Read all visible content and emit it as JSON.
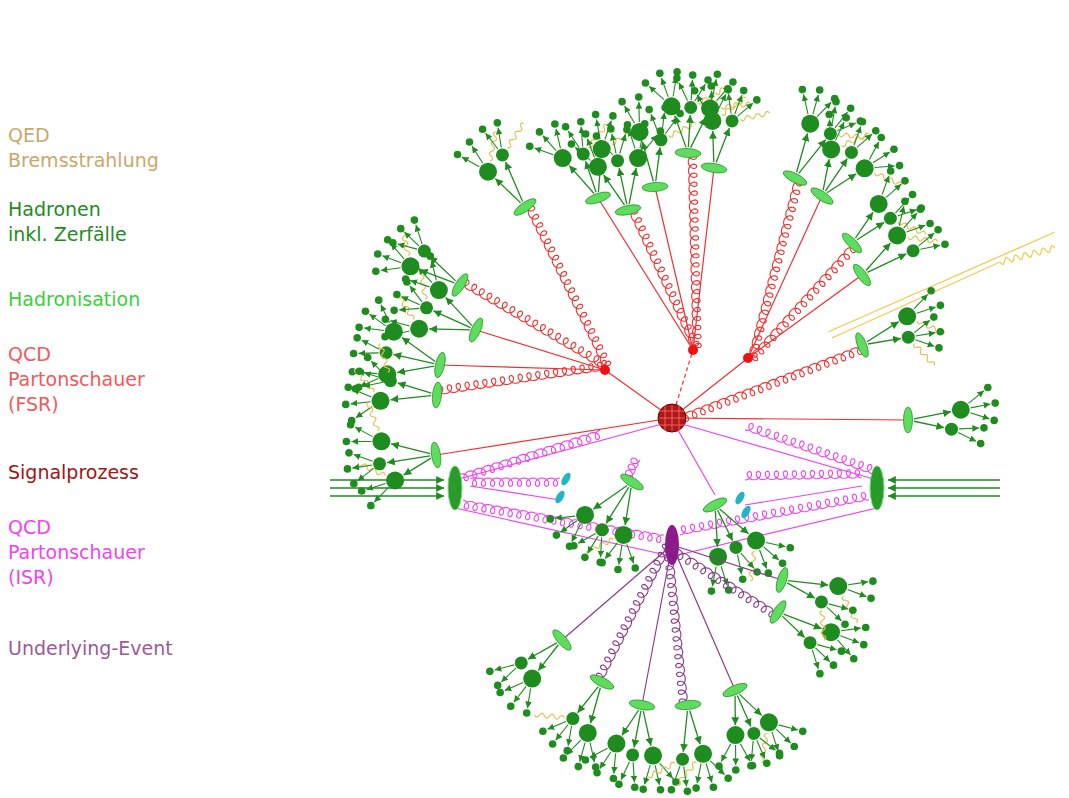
{
  "diagram": {
    "legend": [
      {
        "text": "QED Bremsstrahlung",
        "color": "#c9a86a"
      },
      {
        "text": "Hadronen inkl. Zerfälle",
        "color": "#1e8c1e"
      },
      {
        "text": "Hadronisation",
        "color": "#3ccf3c"
      },
      {
        "text": "QCD Partonschauer (FSR)",
        "color": "#ef5a5a"
      },
      {
        "text": "Signalprozess",
        "color": "#a01414"
      },
      {
        "text": "QCD Partonschauer (ISR)",
        "color": "#ee44ee"
      },
      {
        "text": "Underlying-Event",
        "color": "#9a5a9a"
      }
    ]
  }
}
